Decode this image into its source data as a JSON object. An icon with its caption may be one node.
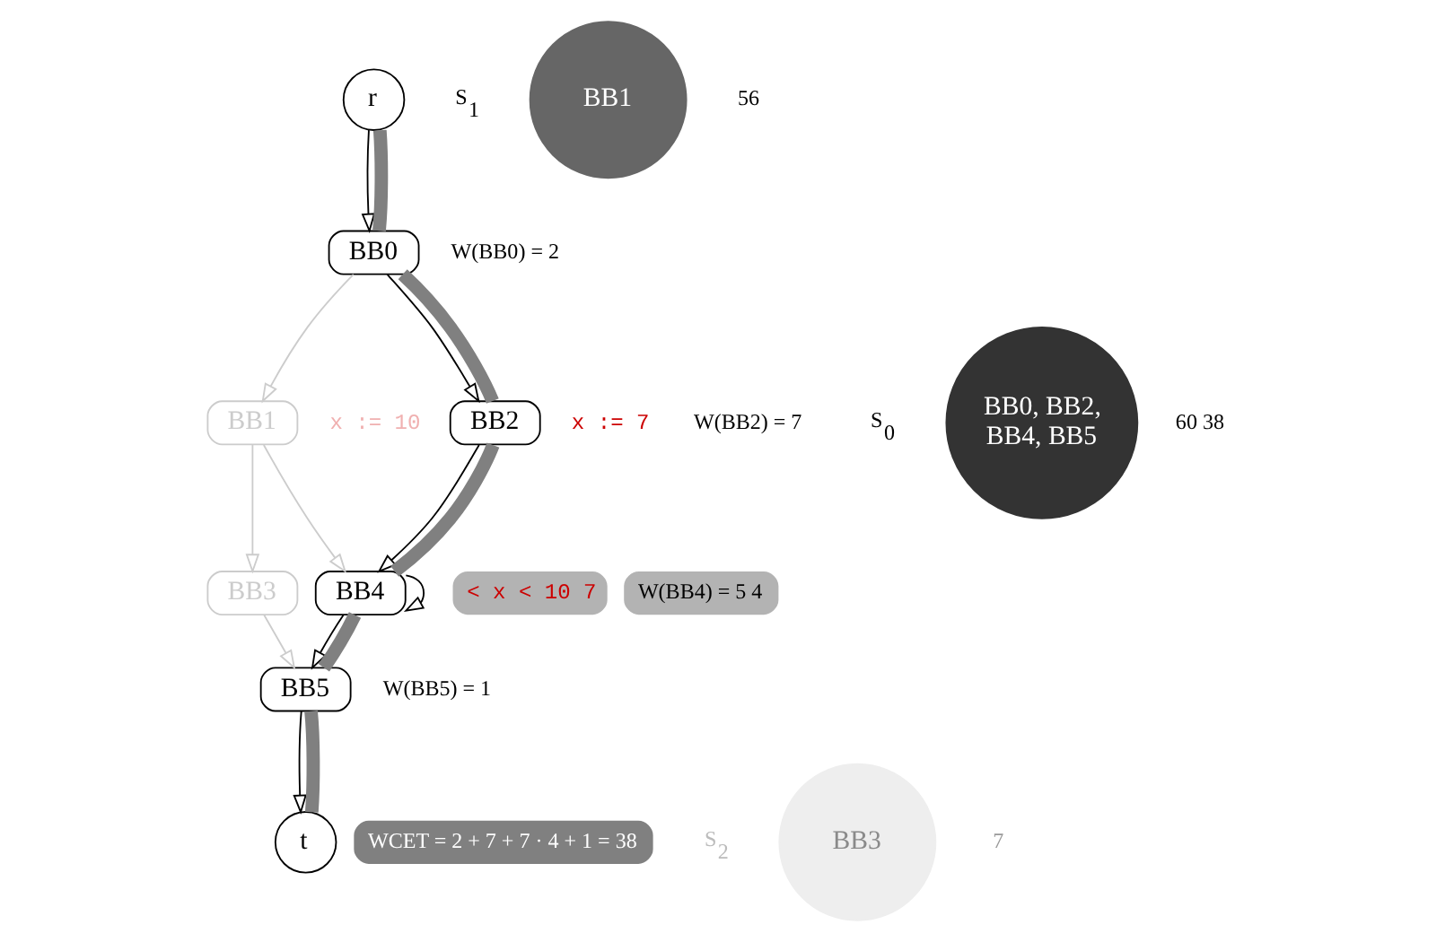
{
  "diagram": {
    "nodes": [
      {
        "text": [
          "r"
        ]
      },
      {
        "text": [
          "BB0"
        ],
        "beside": [
          "W(BB0) = 2"
        ]
      },
      {
        "text": [
          "BB1"
        ],
        "beside": [
          "x := 10"
        ]
      },
      {
        "text": [
          "BB2"
        ],
        "beside": [
          "x := 7",
          "W(BB2) = 7"
        ]
      },
      {
        "text": [
          "BB3"
        ]
      },
      {
        "text": [
          "BB4"
        ],
        "beside": [
          "< x < 10 7",
          "W(BB4) = 5 4"
        ]
      },
      {
        "text": [
          "BB5"
        ],
        "beside": [
          "W(BB5) = 1"
        ]
      },
      {
        "text": [
          "t"
        ],
        "beside": [
          "WCET = 2 + 7 + 7 · 4 + 1 = 38"
        ]
      },
      {
        "text": [
          "BB1"
        ],
        "beside": [
          "S$_{1}$",
          "56"
        ]
      },
      {
        "text": [
          "BB0, BB2, BB4, BB5"
        ],
        "beside": [
          "S$_{0}$",
          "60 38"
        ]
      },
      {
        "text": [
          "BB3"
        ],
        "beside": [
          "S$_{2}$",
          "7"
        ]
      }
    ],
    "edges": [
      {
        "from": 0,
        "to": 1,
        "arrow": "to"
      },
      {
        "from": 1,
        "to": 2,
        "arrow": "to",
        "color": "#cccccc"
      },
      {
        "from": 1,
        "to": 3,
        "arrow": "to"
      },
      {
        "from": 2,
        "to": 4,
        "arrow": "to",
        "color": "#cccccc"
      },
      {
        "from": 2,
        "to": 5,
        "arrow": "to",
        "color": "#cccccc"
      },
      {
        "from": 3,
        "to": 5,
        "arrow": "to"
      },
      {
        "from": 4,
        "to": 6,
        "arrow": "to",
        "color": "#cccccc"
      },
      {
        "from": 5,
        "to": 5,
        "arrow": "to"
      },
      {
        "from": 5,
        "to": 6,
        "arrow": "to"
      },
      {
        "from": 6,
        "to": 7,
        "arrow": "to"
      },
      {
        "from": 0,
        "to": 1,
        "arrow": "none",
        "style": "thick",
        "color": "#808080"
      },
      {
        "from": 1,
        "to": 3,
        "arrow": "none",
        "style": "thick",
        "color": "#808080"
      },
      {
        "from": 3,
        "to": 5,
        "arrow": "none",
        "style": "thick",
        "color": "#808080"
      },
      {
        "from": 5,
        "to": 6,
        "arrow": "none",
        "style": "thick",
        "color": "#808080"
      },
      {
        "from": 6,
        "to": 7,
        "arrow": "none",
        "style": "thick",
        "color": "#808080"
      }
    ]
  }
}
